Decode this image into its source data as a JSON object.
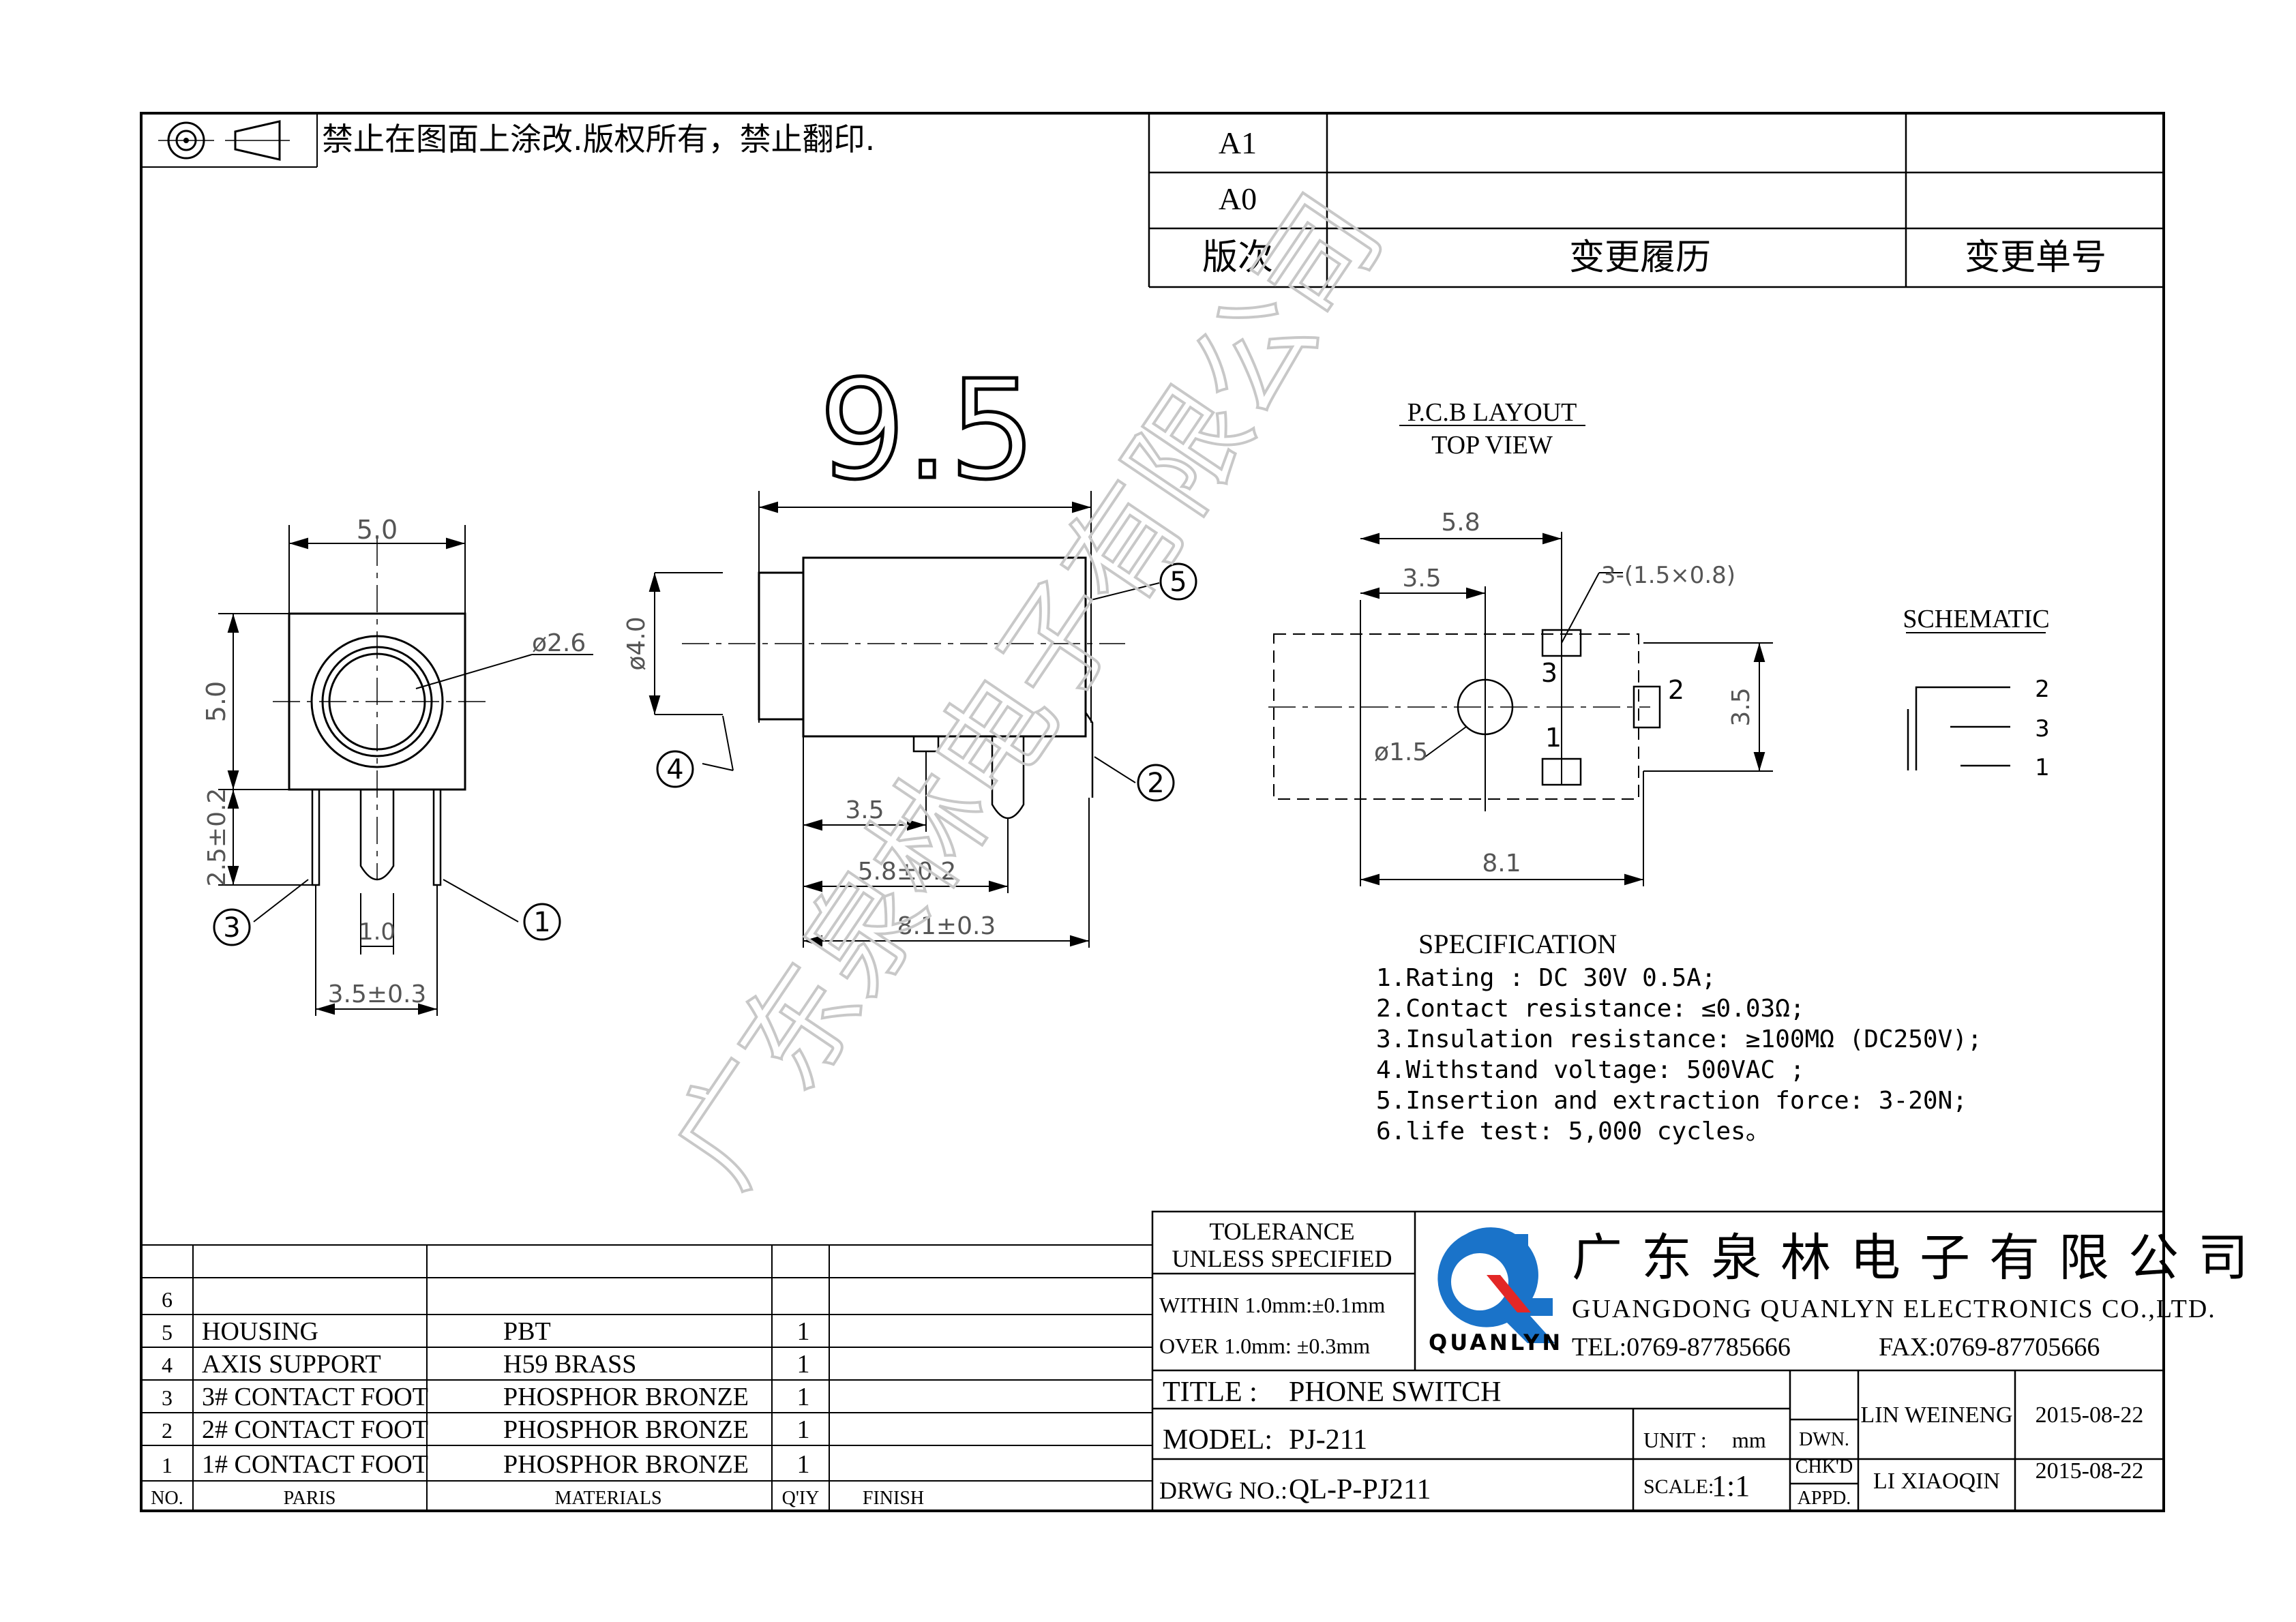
{
  "header": {
    "notice": "禁止在图面上涂改.版权所有，禁止翻印.",
    "revision_rows": [
      {
        "rev": "A1",
        "history": "",
        "number": ""
      },
      {
        "rev": "A0",
        "history": "",
        "number": ""
      }
    ],
    "revision_header": {
      "rev": "版次",
      "history": "变更履历",
      "number": "变更单号"
    }
  },
  "views": {
    "overall_length": "9.5",
    "front": {
      "width": "5.0",
      "height": "5.0",
      "hole": "ø2.6",
      "pin_length": "2.5±0.2",
      "pin_gap": "1.0",
      "pin_span": "3.5±0.3"
    },
    "side": {
      "dia": "ø4.0",
      "dim1": "3.5",
      "dim2": "5.8±0.2",
      "dim3": "8.1±0.3"
    },
    "balloons": [
      "1",
      "2",
      "3",
      "4",
      "5"
    ],
    "pcb": {
      "title_line1": "P.C.B LAYOUT",
      "title_line2": "TOP VIEW",
      "dim_58": "5.8",
      "dim_35": "3.5",
      "pad_size": "3-(1.5×0.8)",
      "dim_35_v": "3.5",
      "hole": "ø1.5",
      "dim_81": "8.1",
      "pin_labels": [
        "3",
        "2",
        "1"
      ]
    },
    "schematic": {
      "title": "SCHEMATIC",
      "pins": [
        "2",
        "3",
        "1"
      ]
    }
  },
  "watermark": "广东泉林电子有限公司",
  "specification": {
    "title": "SPECIFICATION",
    "items": [
      "1.Rating : DC 30V 0.5A;",
      "2.Contact resistance: ≤0.03Ω;",
      "3.Insulation resistance: ≥100MΩ (DC250V);",
      "4.Withstand voltage: 500VAC ;",
      "5.Insertion and extraction force: 3-20N;",
      "6.life test: 5,000 cycles。"
    ]
  },
  "bom": {
    "headers": {
      "no": "NO.",
      "part": "PARIS",
      "material": "MATERIALS",
      "qty": "Q'IY",
      "finish": "FINISH"
    },
    "rows": [
      {
        "no": "",
        "part": "",
        "material": "",
        "qty": "",
        "finish": ""
      },
      {
        "no": "6",
        "part": "",
        "material": "",
        "qty": "",
        "finish": ""
      },
      {
        "no": "5",
        "part": "HOUSING",
        "material": "PBT",
        "qty": "1",
        "finish": ""
      },
      {
        "no": "4",
        "part": "AXIS SUPPORT",
        "material": "H59 BRASS",
        "qty": "1",
        "finish": ""
      },
      {
        "no": "3",
        "part": "3# CONTACT FOOT",
        "material": "PHOSPHOR BRONZE",
        "qty": "1",
        "finish": ""
      },
      {
        "no": "2",
        "part": "2# CONTACT FOOT",
        "material": "PHOSPHOR BRONZE",
        "qty": "1",
        "finish": ""
      },
      {
        "no": "1",
        "part": "1# CONTACT FOOT",
        "material": "PHOSPHOR BRONZE",
        "qty": "1",
        "finish": ""
      }
    ]
  },
  "title_block": {
    "tolerance_l1": "TOLERANCE",
    "tolerance_l2": "UNLESS SPECIFIED",
    "within": "WITHIN 1.0mm:±0.1mm",
    "over": "OVER 1.0mm:  ±0.3mm",
    "company_cn": "广东泉林电子有限公司",
    "company_en": "GUANGDONG QUANLYN ELECTRONICS CO.,LTD.",
    "tel": "TEL:0769-87785666",
    "fax": "FAX:0769-87705666",
    "logo_text": "QUANLYN",
    "title_label": "TITLE :",
    "title_value": "PHONE SWITCH",
    "model_label": "MODEL:",
    "model_value": "PJ-211",
    "drwg_label": "DRWG NO.:",
    "drwg_value": "QL-P-PJ211",
    "unit_label": "UNIT :",
    "unit_value": "mm",
    "scale_label": "SCALE:",
    "scale_value": "1:1",
    "dwn_label": "DWN.",
    "chkd_label": "CHK'D",
    "appd_label": "APPD.",
    "dwn_name": "LIN WEINENG",
    "dwn_date": "2015-08-22",
    "chk_name": "LI XIAOQIN",
    "chk_date": "2015-08-22"
  },
  "colors": {
    "logo_blue": "#1a73c9",
    "logo_red": "#e32726",
    "line": "#000000",
    "watermark": "#c8c8c8"
  }
}
